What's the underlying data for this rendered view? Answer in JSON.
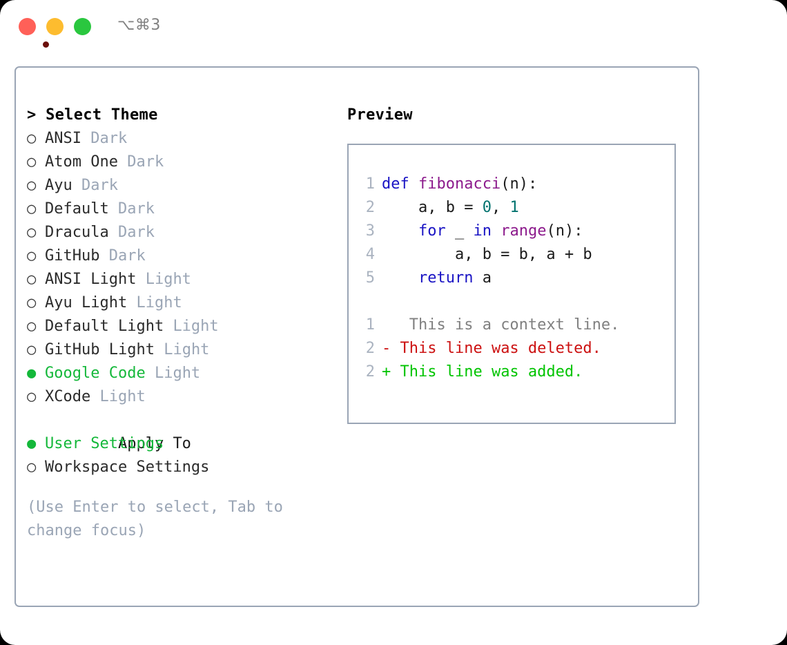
{
  "titlebar": {
    "shortcut": "⌥⌘3",
    "buttons": {
      "close": "close",
      "minimize": "minimize",
      "maximize": "maximize"
    }
  },
  "left": {
    "heading": "> Select Theme",
    "themes": [
      {
        "marker": "○",
        "name": "ANSI",
        "kind": "Dark",
        "selected": false
      },
      {
        "marker": "○",
        "name": "Atom One",
        "kind": "Dark",
        "selected": false
      },
      {
        "marker": "○",
        "name": "Ayu",
        "kind": "Dark",
        "selected": false
      },
      {
        "marker": "○",
        "name": "Default",
        "kind": "Dark",
        "selected": false
      },
      {
        "marker": "○",
        "name": "Dracula",
        "kind": "Dark",
        "selected": false
      },
      {
        "marker": "○",
        "name": "GitHub",
        "kind": "Dark",
        "selected": false
      },
      {
        "marker": "○",
        "name": "ANSI Light",
        "kind": "Light",
        "selected": false
      },
      {
        "marker": "○",
        "name": "Ayu Light",
        "kind": "Light",
        "selected": false
      },
      {
        "marker": "○",
        "name": "Default Light",
        "kind": "Light",
        "selected": false
      },
      {
        "marker": "○",
        "name": "GitHub Light",
        "kind": "Light",
        "selected": false
      },
      {
        "marker": "●",
        "name": "Google Code",
        "kind": "Light",
        "selected": true
      },
      {
        "marker": "○",
        "name": "XCode",
        "kind": "Light",
        "selected": false
      }
    ],
    "apply_to": {
      "label": "Apply To",
      "options": [
        {
          "marker": "●",
          "name": "User Settings",
          "selected": true
        },
        {
          "marker": "○",
          "name": "Workspace Settings",
          "selected": false
        }
      ]
    },
    "hint": "(Use Enter to select, Tab to change focus)"
  },
  "right": {
    "title": "Preview",
    "code": {
      "lines": [
        {
          "no": "1",
          "tokens": [
            {
              "t": "def",
              "c": "kw"
            },
            {
              "t": " ",
              "c": "plain"
            },
            {
              "t": "fibonacci",
              "c": "fn"
            },
            {
              "t": "(n):",
              "c": "plain"
            }
          ]
        },
        {
          "no": "2",
          "tokens": [
            {
              "t": "    a, b = ",
              "c": "plain"
            },
            {
              "t": "0",
              "c": "num"
            },
            {
              "t": ", ",
              "c": "plain"
            },
            {
              "t": "1",
              "c": "num"
            }
          ]
        },
        {
          "no": "3",
          "tokens": [
            {
              "t": "    ",
              "c": "plain"
            },
            {
              "t": "for",
              "c": "kw"
            },
            {
              "t": " _ ",
              "c": "plain"
            },
            {
              "t": "in",
              "c": "kw"
            },
            {
              "t": " ",
              "c": "plain"
            },
            {
              "t": "range",
              "c": "fn"
            },
            {
              "t": "(n):",
              "c": "plain"
            }
          ]
        },
        {
          "no": "4",
          "tokens": [
            {
              "t": "        a, b = b, a + b",
              "c": "plain"
            }
          ]
        },
        {
          "no": "5",
          "tokens": [
            {
              "t": "    ",
              "c": "plain"
            },
            {
              "t": "return",
              "c": "kw"
            },
            {
              "t": " a",
              "c": "plain"
            }
          ]
        }
      ]
    },
    "diff": {
      "lines": [
        {
          "no": "1",
          "sign": " ",
          "text": "  This is a context line.",
          "kind": "ctx"
        },
        {
          "no": "2",
          "sign": "-",
          "text": " This line was deleted.",
          "kind": "del"
        },
        {
          "no": "2",
          "sign": "+",
          "text": " This line was added.",
          "kind": "add"
        }
      ]
    }
  },
  "colors": {
    "accent_green": "#14b83a",
    "muted": "#9aa5b5",
    "keyword": "#1a14c4",
    "function": "#8c1a8c",
    "number": "#00726e",
    "diff_add": "#00c400",
    "diff_del": "#cc1111",
    "border": "#9aa5b5"
  }
}
